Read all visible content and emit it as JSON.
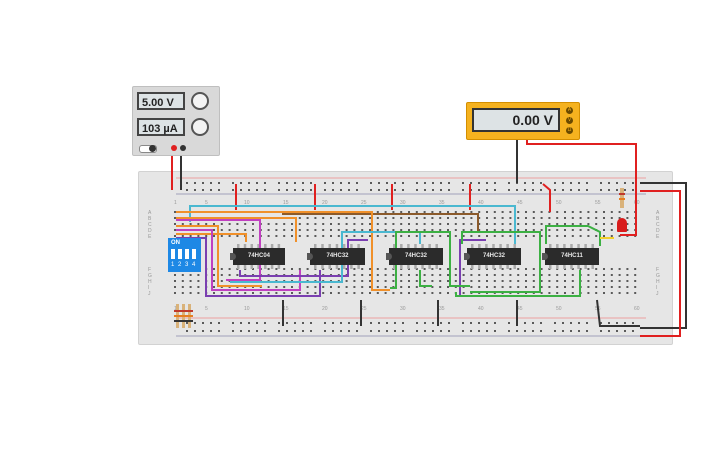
{
  "power_supply": {
    "voltage": "5.00 V",
    "current": "103 µA",
    "knob_voltage_icon": "voltage-knob-icon",
    "knob_current_icon": "current-knob-icon"
  },
  "multimeter": {
    "reading": "0.00 V",
    "buttons": [
      "A",
      "V",
      "Ω"
    ]
  },
  "dip_switch": {
    "label": "ON",
    "numbers": [
      "1",
      "2",
      "3",
      "4"
    ]
  },
  "chips": [
    {
      "label": "74HC04"
    },
    {
      "label": "74HC32"
    },
    {
      "label": "74HC32"
    },
    {
      "label": "74HC32"
    },
    {
      "label": "74HC11"
    }
  ],
  "breadboard": {
    "column_numbers": [
      "1",
      "5",
      "10",
      "15",
      "20",
      "25",
      "30",
      "35",
      "40",
      "45",
      "50",
      "55",
      "60"
    ],
    "row_letters_top": [
      "A",
      "B",
      "C",
      "D",
      "E"
    ],
    "row_letters_bottom": [
      "F",
      "G",
      "H",
      "I",
      "J"
    ]
  },
  "colors": {
    "red_wire": "#e02020",
    "black_wire": "#333333",
    "cyan_wire": "#4ab8d0",
    "orange_wire": "#f0902a",
    "magenta_wire": "#c040c0",
    "purple_wire": "#7a3fb0",
    "green_wire": "#3cb043",
    "yellow_wire": "#f2d02a",
    "brown_wire": "#8b5a2b"
  }
}
